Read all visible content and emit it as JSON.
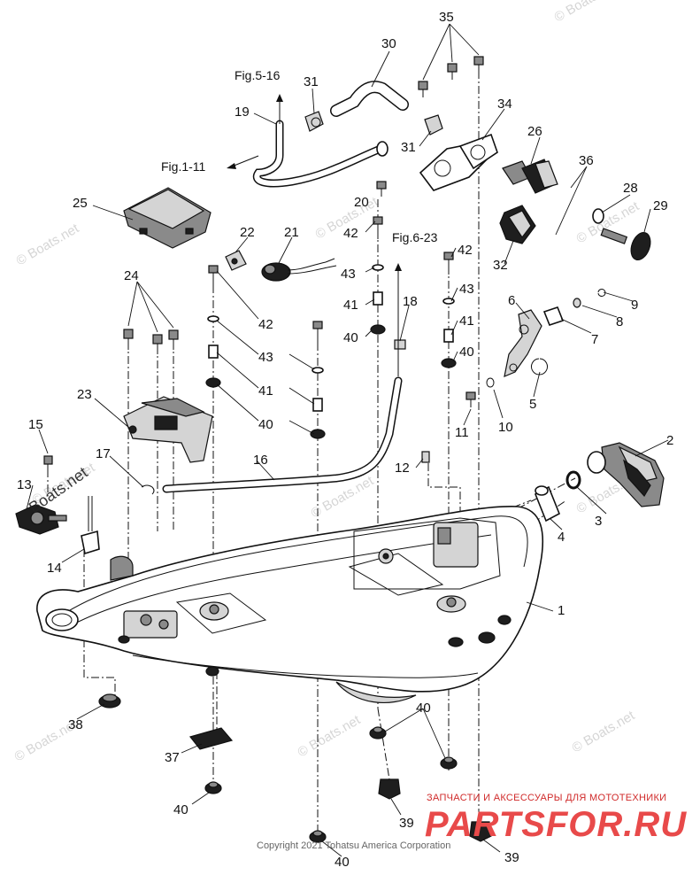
{
  "callouts": {
    "c1": "1",
    "c2": "2",
    "c3": "3",
    "c4": "4",
    "c5": "5",
    "c6": "6",
    "c7": "7",
    "c8": "8",
    "c9": "9",
    "c10": "10",
    "c11": "11",
    "c12": "12",
    "c13": "13",
    "c14": "14",
    "c15": "15",
    "c16": "16",
    "c17": "17",
    "c18": "18",
    "c19": "19",
    "c20": "20",
    "c21": "21",
    "c22": "22",
    "c23": "23",
    "c24": "24",
    "c25": "25",
    "c26": "26",
    "c28": "28",
    "c29": "29",
    "c30": "30",
    "c31a": "31",
    "c31b": "31",
    "c32": "32",
    "c34": "34",
    "c35": "35",
    "c36": "36",
    "c37": "37",
    "c38": "38",
    "c39a": "39",
    "c39b": "39",
    "c40a": "40",
    "c40b": "40",
    "c40c": "40",
    "c40d": "40",
    "c40e": "40",
    "c40f": "40",
    "c41a": "41",
    "c41b": "41",
    "c41c": "41",
    "c42a": "42",
    "c42b": "42",
    "c42c": "42",
    "c43a": "43",
    "c43b": "43",
    "c43c": "43"
  },
  "figure_refs": {
    "fig_5_16": "Fig.5-16",
    "fig_1_11": "Fig.1-11",
    "fig_6_23": "Fig.6-23"
  },
  "watermark": "© Boats.net",
  "watermark_brand": "Boats.net",
  "copyright": "Copyright 2021 Tohatsu America Corporation",
  "brand": {
    "tagline": "ЗАПЧАСТИ И АКСЕССУАРЫ ДЛЯ МОТОТЕХНИКИ",
    "logo": "PARTSFOR.RU",
    "color": "#e84a4a"
  }
}
